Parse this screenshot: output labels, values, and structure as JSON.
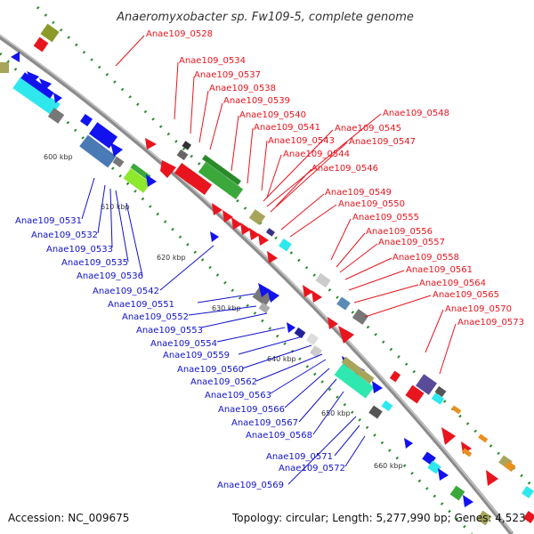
{
  "title": "Anaeromyxobacter sp. Fw109-5, complete genome",
  "footer": {
    "accession": "Accession: NC_009675",
    "topology": "Topology: circular; Length: 5,277,990 bp; Genes: 4,523"
  },
  "colors": {
    "forward_label": "#e8151e",
    "reverse_label": "#1212cc",
    "backbone": "#8c8c8c",
    "ticks": "#228b22"
  },
  "ticks": [
    "600 kbp",
    "610 kbp",
    "620 kbp",
    "630 kbp",
    "640 kbp",
    "650 kbp",
    "660 kbp"
  ],
  "forward_labels": [
    "Anae109_0528",
    "Anae109_0534",
    "Anae109_0537",
    "Anae109_0538",
    "Anae109_0539",
    "Anae109_0540",
    "Anae109_0541",
    "Anae109_0543",
    "Anae109_0544",
    "Anae109_0546",
    "Anae109_0548",
    "Anae109_0545",
    "Anae109_0547",
    "Anae109_0549",
    "Anae109_0550",
    "Anae109_0555",
    "Anae109_0556",
    "Anae109_0557",
    "Anae109_0558",
    "Anae109_0561",
    "Anae109_0564",
    "Anae109_0565",
    "Anae109_0570",
    "Anae109_0573"
  ],
  "reverse_labels": [
    "Anae109_0531",
    "Anae109_0532",
    "Anae109_0533",
    "Anae109_0535",
    "Anae109_0536",
    "Anae109_0542",
    "Anae109_0551",
    "Anae109_0552",
    "Anae109_0553",
    "Anae109_0554",
    "Anae109_0559",
    "Anae109_0560",
    "Anae109_0562",
    "Anae109_0563",
    "Anae109_0566",
    "Anae109_0567",
    "Anae109_0568",
    "Anae109_0571",
    "Anae109_0572",
    "Anae109_0569"
  ]
}
